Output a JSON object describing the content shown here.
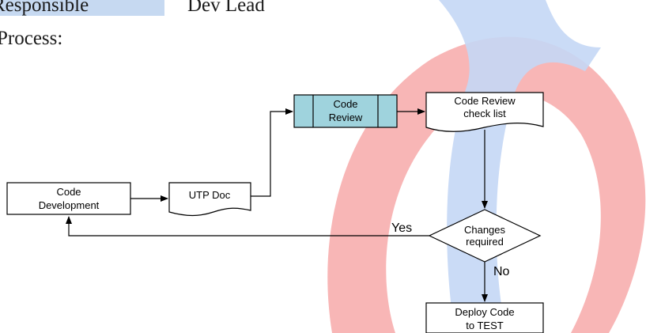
{
  "header": {
    "role_label": "Responsible",
    "role_value": "Dev Lead",
    "section_label": "Process:"
  },
  "flow": {
    "code_development": [
      "Code",
      "Development"
    ],
    "utp_doc": "UTP Doc",
    "code_review": [
      "Code",
      "Review"
    ],
    "checklist": [
      "Code Review",
      "check list"
    ],
    "decision": [
      "Changes",
      "required"
    ],
    "yes_label": "Yes",
    "no_label": "No",
    "deploy": [
      "Deploy Code",
      "to TEST"
    ]
  },
  "colors": {
    "review_fill": "#9fd3dd",
    "role_cell": "#c6d9f1",
    "watermark_blue": "#c4d7f5",
    "watermark_red": "#f8b6b6"
  }
}
